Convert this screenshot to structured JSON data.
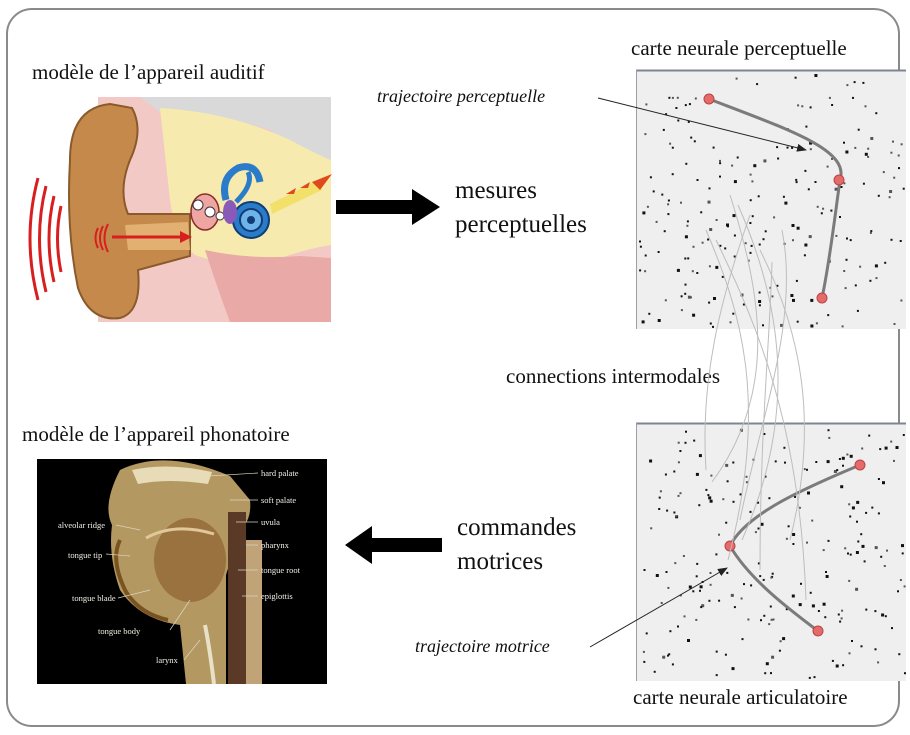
{
  "labels": {
    "auditory_model": "modèle de l’appareil auditif",
    "perceptual_measures": "mesures perceptuelles",
    "perceptual_map": "carte neurale perceptuelle",
    "perceptual_trajectory": "trajectoire perceptuelle",
    "intermodal_connections": "connections intermodales",
    "phonatory_model": "modèle de l’appareil phonatoire",
    "motor_commands": "commandes motrices",
    "motor_trajectory": "trajectoire motrice",
    "articulatory_map": "carte neurale articulatoire"
  },
  "anatomy_labels": {
    "hard_palate": "hard palate",
    "soft_palate": "soft palate",
    "uvula": "uvula",
    "pharynx": "pharynx",
    "tongue_root": "tongue root",
    "epiglottis": "epiglottis",
    "alveolar_ridge": "alveolar ridge",
    "tongue_tip": "tongue tip",
    "tongue_blade": "tongue blade",
    "tongue_body": "tongue body",
    "larynx": "larynx"
  },
  "colors": {
    "frame": "#8a8a8a",
    "arrow": "#000000",
    "trajectory": "#7b7b7b",
    "node_fill": "#e56a6a",
    "map_background": "#efefef",
    "sound_waves": "#d81f1f"
  }
}
